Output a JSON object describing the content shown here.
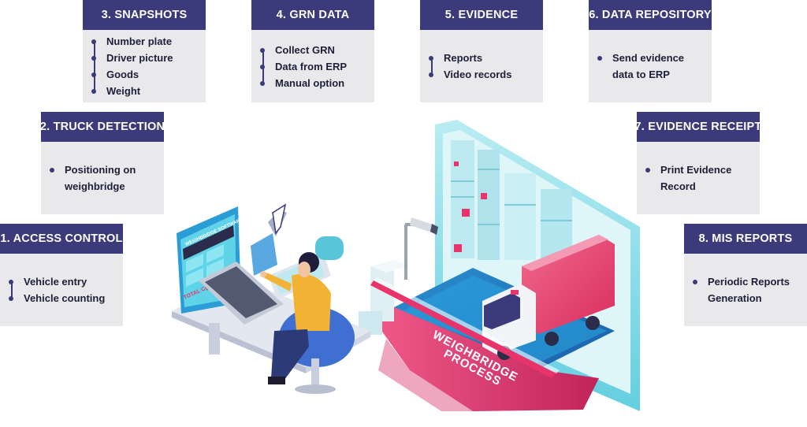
{
  "steps": {
    "s1": {
      "title": "1. ACCESS CONTROL",
      "items": [
        "Vehicle entry",
        "Vehicle counting"
      ]
    },
    "s2": {
      "title": "2. TRUCK DETECTION",
      "items": [
        "Positioning on",
        "weighbridge"
      ]
    },
    "s3": {
      "title": "3. SNAPSHOTS",
      "items": [
        "Number plate",
        "Driver picture",
        "Goods",
        "Weight"
      ]
    },
    "s4": {
      "title": "4. GRN DATA",
      "items": [
        "Collect GRN",
        "Data from ERP",
        "Manual option"
      ]
    },
    "s5": {
      "title": "5. EVIDENCE",
      "items": [
        "Reports",
        "Video records"
      ]
    },
    "s6": {
      "title": "6. DATA REPOSITORY",
      "items": [
        "Send evidence",
        "data to ERP"
      ]
    },
    "s7": {
      "title": "7. EVIDENCE RECEIPT",
      "items": [
        "Print Evidence",
        "Record"
      ]
    },
    "s8": {
      "title": "8. MIS REPORTS",
      "items": [
        "Periodic Reports",
        "Generation"
      ]
    }
  },
  "illustration": {
    "software_title": "WEIGHBRIDGE SOFTWARE",
    "total_cost_label": "TOTAL COST",
    "process_label_line1": "WEIGHBRIDGE",
    "process_label_line2": "PROCESS"
  },
  "colors": {
    "header": "#3b3a7a",
    "card_body": "#e9e9ec",
    "accent_pink": "#e8336b",
    "accent_cyan": "#33c7d6",
    "accent_blue": "#2a9dd6"
  }
}
